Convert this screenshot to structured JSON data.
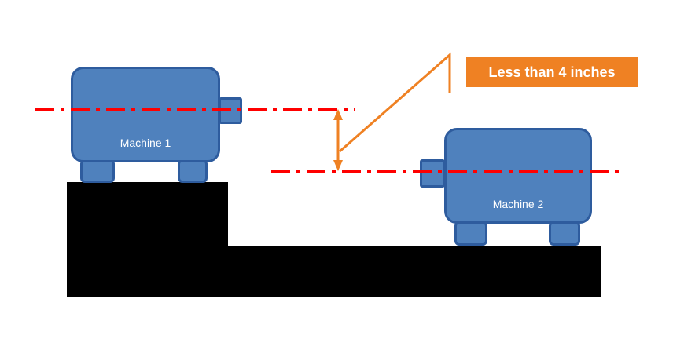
{
  "machines": [
    {
      "label": "Machine 1"
    },
    {
      "label": "Machine 2"
    }
  ],
  "annotation": {
    "label": "Less than 4 inches"
  },
  "colors": {
    "machine_fill": "#4f81bd",
    "machine_border": "#2e5c9e",
    "base_color": "#000000",
    "centerline_color": "#ff0000",
    "accent_color": "#ef8123",
    "callout_text": "#ffffff"
  }
}
